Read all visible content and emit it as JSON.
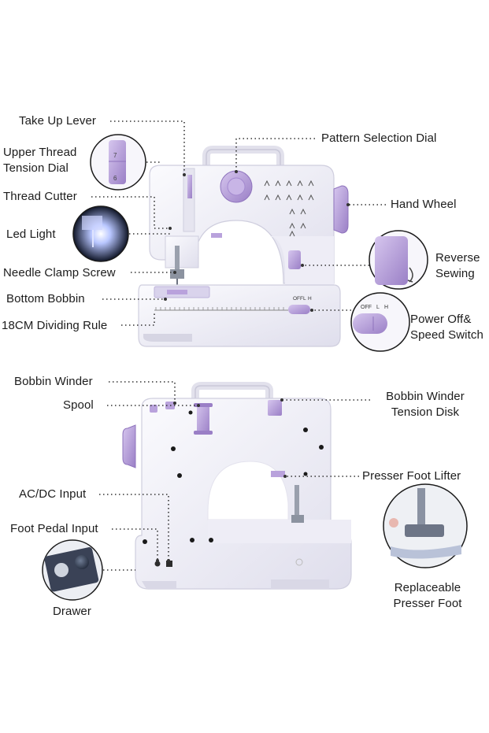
{
  "front_labels": {
    "take_up_lever": "Take Up Lever",
    "upper_thread_tension_dial": [
      "Upper Thread",
      "Tension Dial"
    ],
    "thread_cutter": "Thread Cutter",
    "led_light": "Led Light",
    "needle_clamp_screw": "Needle Clamp Screw",
    "bottom_bobbin": "Bottom Bobbin",
    "dividing_rule": "18CM Dividing Rule",
    "pattern_selection_dial": "Pattern Selection Dial",
    "hand_wheel": "Hand Wheel",
    "reverse_sewing": [
      "Reverse",
      "Sewing"
    ],
    "power_speed_switch": [
      "Power Off&",
      "Speed Switch"
    ]
  },
  "back_labels": {
    "bobbin_winder": "Bobbin Winder",
    "spool": "Spool",
    "bobbin_winder_tension_disk": [
      "Bobbin Winder",
      "Tension Disk"
    ],
    "presser_foot_lifter": "Presser Foot Lifter",
    "ac_dc_input": "AC/DC Input",
    "foot_pedal_input": "Foot Pedal Input",
    "drawer": "Drawer",
    "replaceable_presser_foot": [
      "Replaceable",
      "Presser Foot"
    ]
  },
  "switch_text": {
    "off": "OFF",
    "l": "L",
    "h": "H"
  },
  "dial_numbers": [
    "7",
    "6"
  ],
  "colors": {
    "lilac": "#b9a2dc",
    "lilac_dark": "#9a7fc6",
    "body": "#f4f3fa",
    "body_shade": "#dcdbe9",
    "leader": "#333333"
  }
}
